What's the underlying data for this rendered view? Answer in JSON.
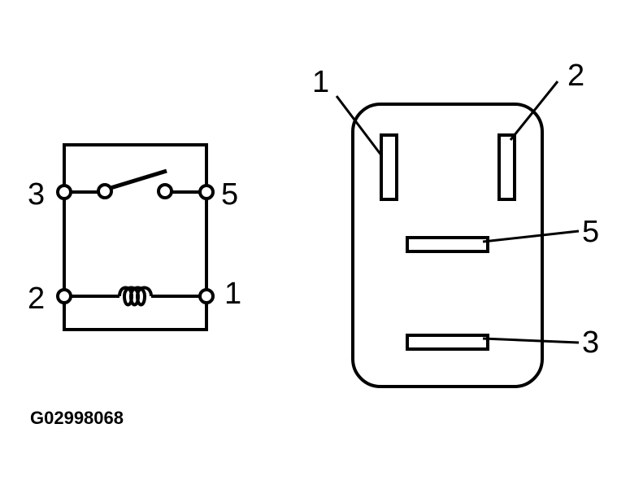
{
  "colors": {
    "ink": "#000000",
    "paper": "#ffffff"
  },
  "schematic": {
    "switch_terminals": {
      "left": "3",
      "right": "5"
    },
    "coil_terminals": {
      "left": "2",
      "right": "1"
    }
  },
  "connector": {
    "pin_labels": {
      "top_left": "1",
      "top_right": "2",
      "middle": "5",
      "bottom": "3"
    }
  },
  "figure_id": "G02998068"
}
